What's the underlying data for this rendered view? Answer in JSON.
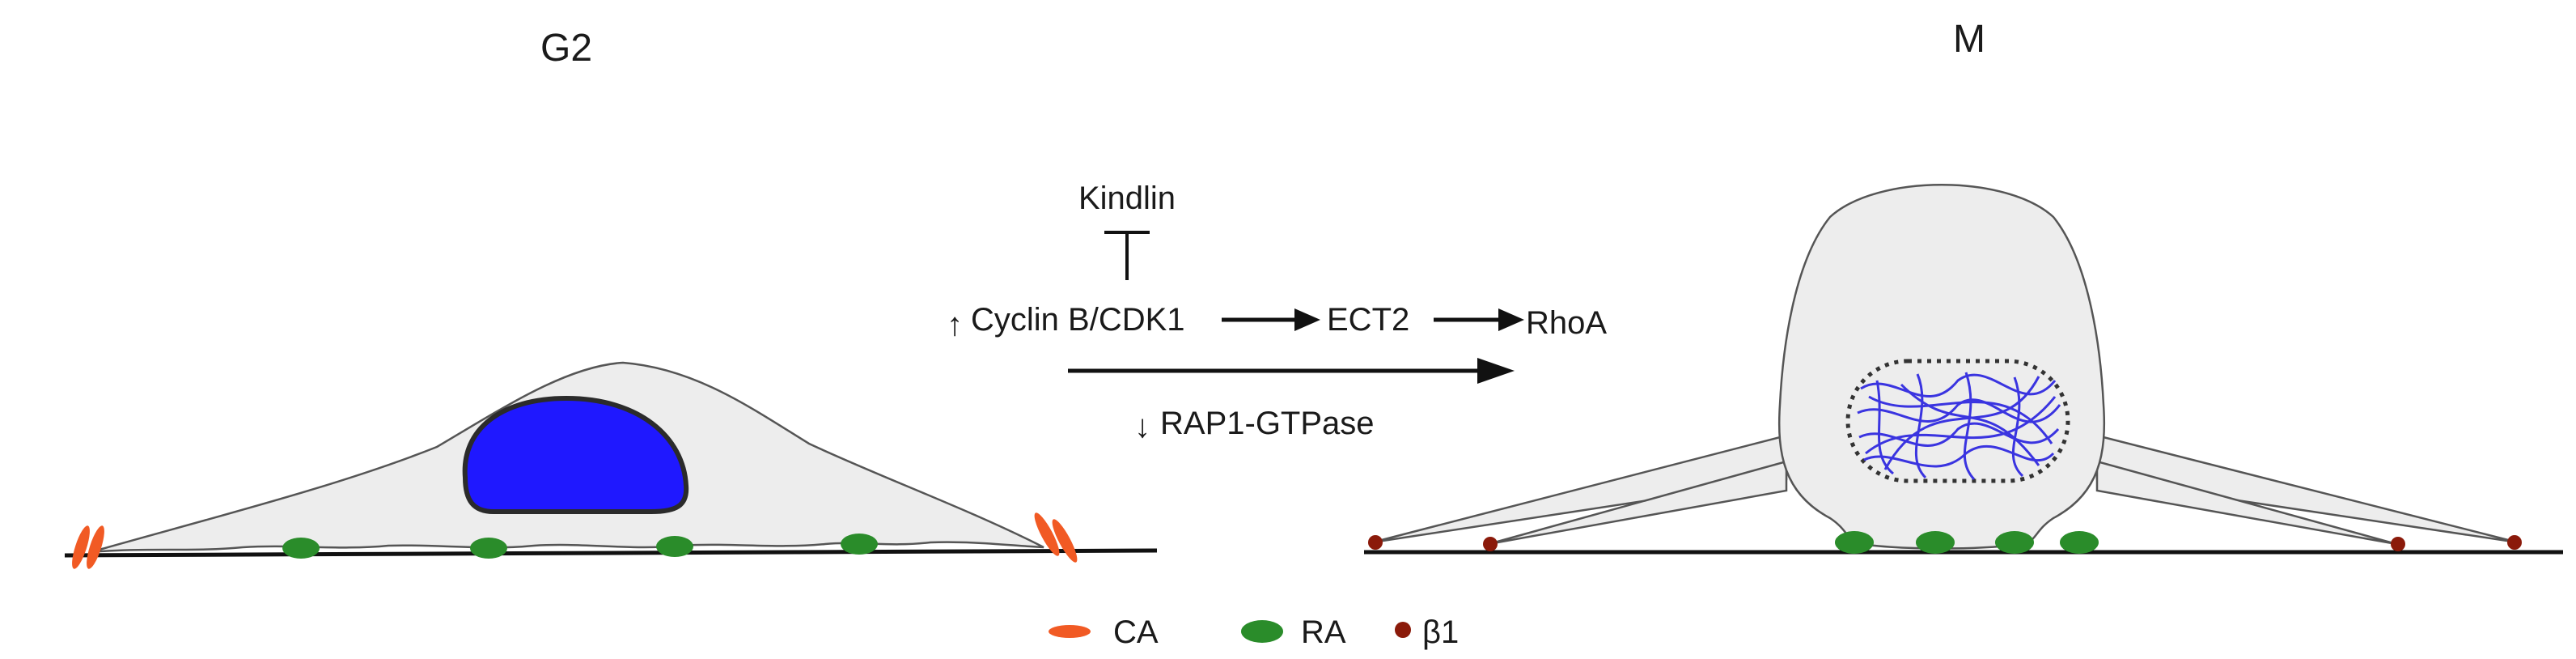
{
  "phases": {
    "left": "G2",
    "right": "M"
  },
  "pathway": {
    "inhibitor": "Kindlin",
    "up_marker": "↑",
    "down_marker": "↓",
    "node1": "Cyclin B/CDK1",
    "node2": "ECT2",
    "node3": "RhoA",
    "node_down": "RAP1-GTPase"
  },
  "legend": [
    {
      "label": "CA",
      "color": "#f15a24",
      "icon": "orange-ellipse"
    },
    {
      "label": "RA",
      "color": "#2a8c2a",
      "icon": "green-ellipse"
    },
    {
      "label": "β1",
      "color": "#8b1a0a",
      "icon": "dark-red-dot"
    }
  ],
  "colors": {
    "cell_fill": "#ededed",
    "cell_stroke": "#555555",
    "nucleus": "#1f18ff",
    "chromatin": "#3a34e0"
  }
}
